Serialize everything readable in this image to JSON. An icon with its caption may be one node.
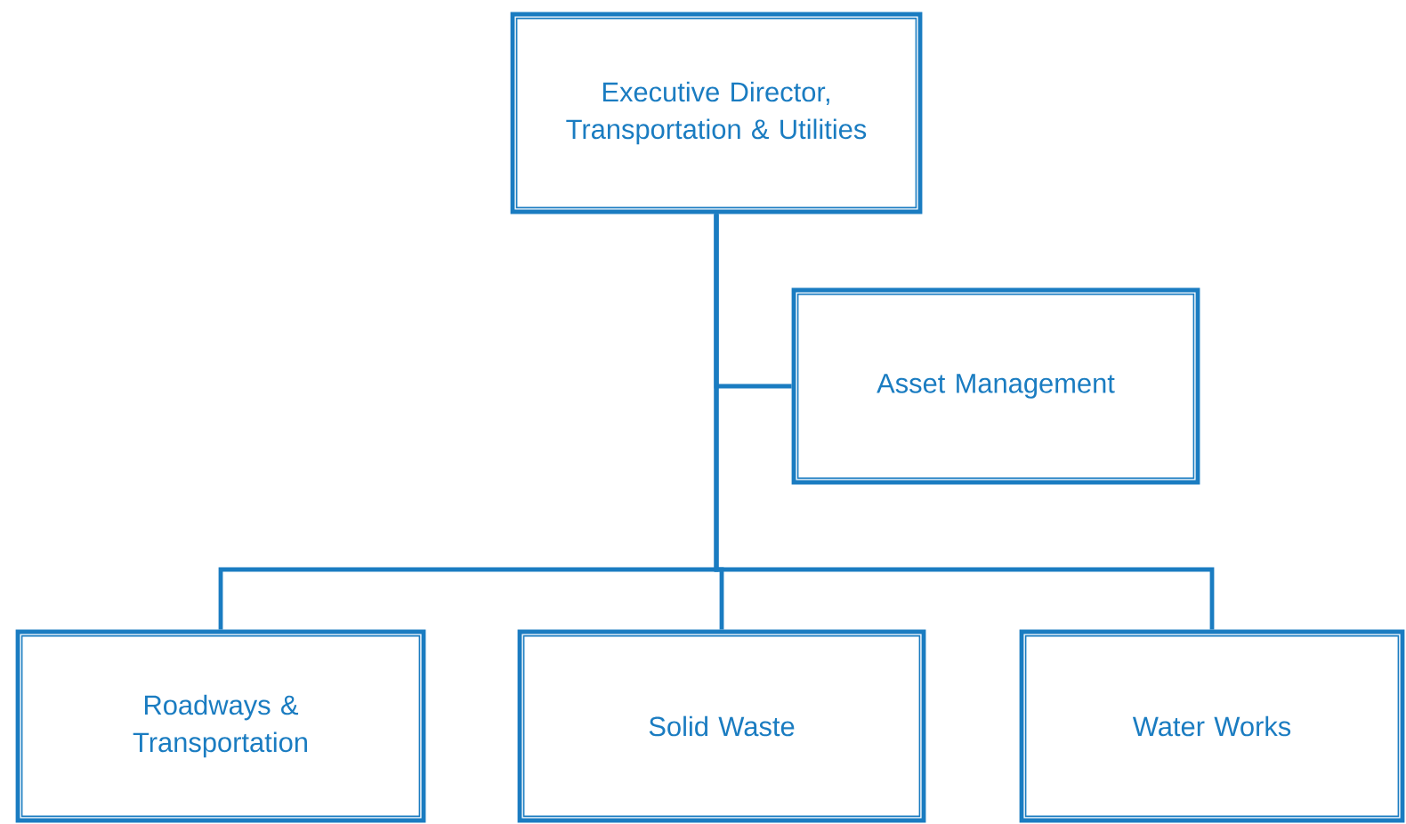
{
  "diagram": {
    "nodes": [
      {
        "text": [
          "Executive Director, Transportation & Utilities"
        ]
      },
      {
        "text": [
          "Asset Management"
        ]
      },
      {
        "text": [
          "Roadways & Transportation"
        ]
      },
      {
        "text": [
          "Solid Waste"
        ]
      },
      {
        "text": [
          "Water Works"
        ]
      }
    ],
    "edges": [
      {
        "from": 0,
        "to": 1,
        "arrow": "none"
      },
      {
        "from": 0,
        "to": 2,
        "arrow": "none"
      },
      {
        "from": 0,
        "to": 3,
        "arrow": "none"
      },
      {
        "from": 0,
        "to": 4,
        "arrow": "none"
      }
    ]
  }
}
